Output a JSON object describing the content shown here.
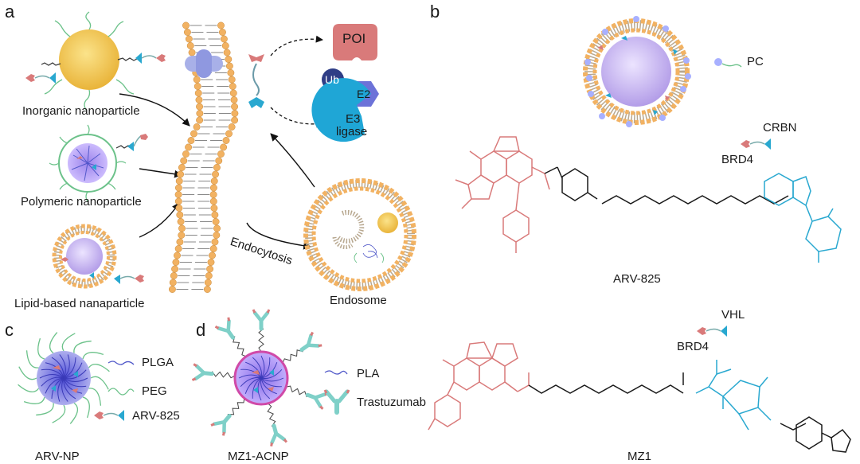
{
  "panels": {
    "a": "a",
    "b": "b",
    "c": "c",
    "d": "d"
  },
  "panel_a": {
    "inorganic": "Inorganic nanoparticle",
    "polymeric": "Polymeric nanoparticle",
    "lipid": "Lipid-based nanaparticle",
    "endocytosis": "Endocytosis",
    "endosome": "Endosome",
    "poi": "POI",
    "ub": "Ub",
    "e2": "E2",
    "e3_line1": "E3",
    "e3_line2": "ligase"
  },
  "panel_b": {
    "pc": "PC",
    "crbn": "CRBN",
    "brd4_top": "BRD4",
    "arv825": "ARV-825",
    "vhl": "VHL",
    "brd4_bottom": "BRD4",
    "mz1": "MZ1"
  },
  "panel_c": {
    "plga": "PLGA",
    "peg": "PEG",
    "arv825": "ARV-825",
    "title": "ARV-NP"
  },
  "panel_d": {
    "pla": "PLA",
    "trastuzumab": "Trastuzumab",
    "title": "MZ1-ACNP"
  },
  "colors": {
    "pink": "#d97a7a",
    "cyan": "#29a8d0",
    "membrane_head": "#f2b262",
    "gold": "#f0c850",
    "lavender": "#c7b6ee",
    "blue": "#5a6ed6",
    "green": "#6cc28a",
    "magenta": "#d04aa8"
  }
}
